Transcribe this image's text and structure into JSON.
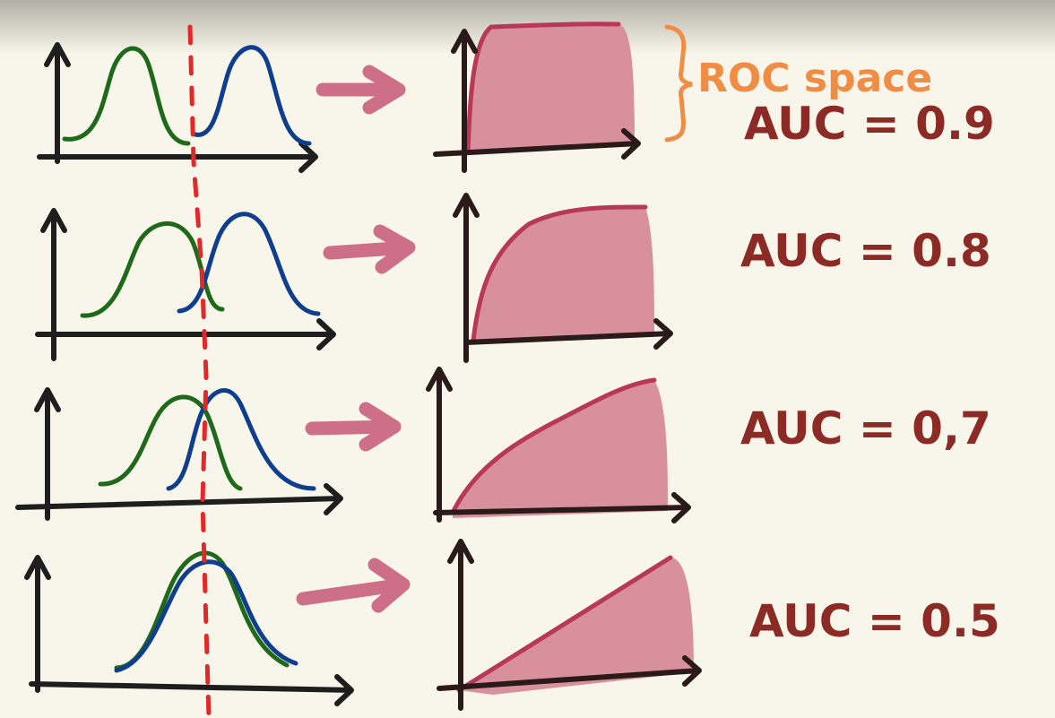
{
  "annotation": {
    "roc_space_label": "ROC space",
    "brace_color": "#f08d45"
  },
  "colors": {
    "background": "#f8f5ea",
    "negative_distribution": "#1f6a1a",
    "positive_distribution": "#0f3f8c",
    "threshold_line": "#e02a2a",
    "roc_fill": "#d8909c",
    "roc_curve": "#b8385a",
    "arrow": "#cd6f86",
    "auc_text": "#8c2a26"
  },
  "rows": [
    {
      "auc_label": "AUC = 0.9",
      "auc_value": 0.9
    },
    {
      "auc_label": "AUC = 0.8",
      "auc_value": 0.8
    },
    {
      "auc_label": "AUC = 0,7",
      "auc_value": 0.7
    },
    {
      "auc_label": "AUC = 0.5",
      "auc_value": 0.5
    }
  ]
}
